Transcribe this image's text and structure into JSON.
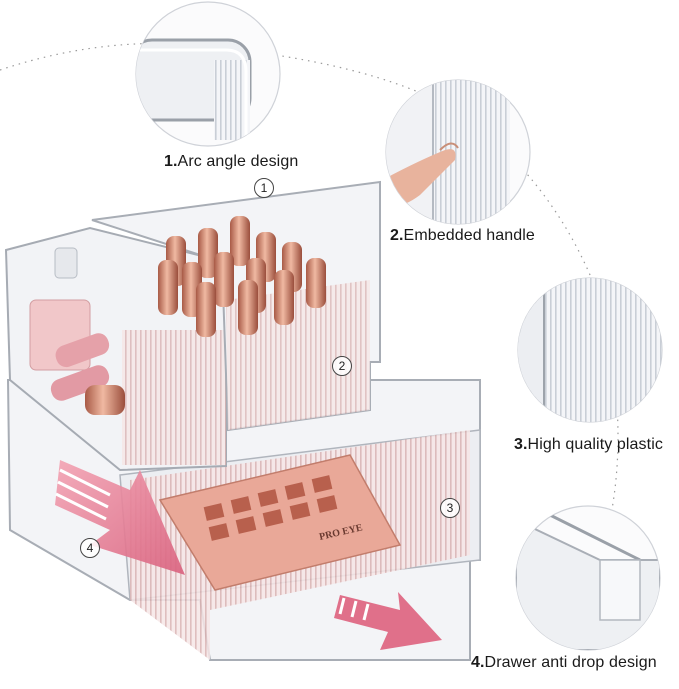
{
  "features": [
    {
      "number": "1.",
      "text": "Arc angle design"
    },
    {
      "number": "2.",
      "text": "Embedded handle"
    },
    {
      "number": "3.",
      "text": "High quality plastic"
    },
    {
      "number": "4.",
      "text": "Drawer anti drop design"
    }
  ],
  "markers": [
    "1",
    "2",
    "3",
    "4"
  ],
  "palette_text": "PRO EYE",
  "colors": {
    "accent_pink": "#e0708a",
    "lipstick_gold": "#c9826e",
    "acrylic_edge": "#b9bec6"
  }
}
